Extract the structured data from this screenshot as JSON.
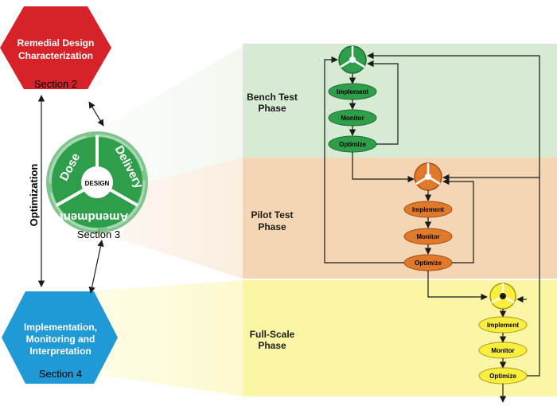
{
  "colors": {
    "red": "#d8222a",
    "blue": "#1f9ad6",
    "green": "#2e9e4a",
    "green_light": "#d7ead4",
    "orange": "#e07a2a",
    "orange_light": "#f4d6b4",
    "yellow": "#fbee3e",
    "yellow_light": "#fbf6a6"
  },
  "sections": {
    "characterization": {
      "title_line1": "Remedial Design",
      "title_line2": "Characterization",
      "section": "Section 2"
    },
    "implementation": {
      "title_line1": "Implementation,",
      "title_line2": "Monitoring and",
      "title_line3": "Interpretation",
      "section": "Section 4"
    },
    "design": {
      "center": "DESIGN",
      "seg1": "Dose",
      "seg2": "Delivery",
      "seg3": "Amendment",
      "section": "Section 3"
    },
    "optimization_label": "Optimization"
  },
  "phases": [
    {
      "id": "bench",
      "title_line1": "Bench Test",
      "title_line2": "Phase",
      "nodes": [
        "Implement",
        "Monitor",
        "Optimize"
      ]
    },
    {
      "id": "pilot",
      "title_line1": "Pilot Test",
      "title_line2": "Phase",
      "nodes": [
        "Implement",
        "Monitor",
        "Optimize"
      ]
    },
    {
      "id": "full",
      "title_line1": "Full-Scale",
      "title_line2": "Phase",
      "nodes": [
        "Implement",
        "Monitor",
        "Optimize"
      ]
    }
  ]
}
